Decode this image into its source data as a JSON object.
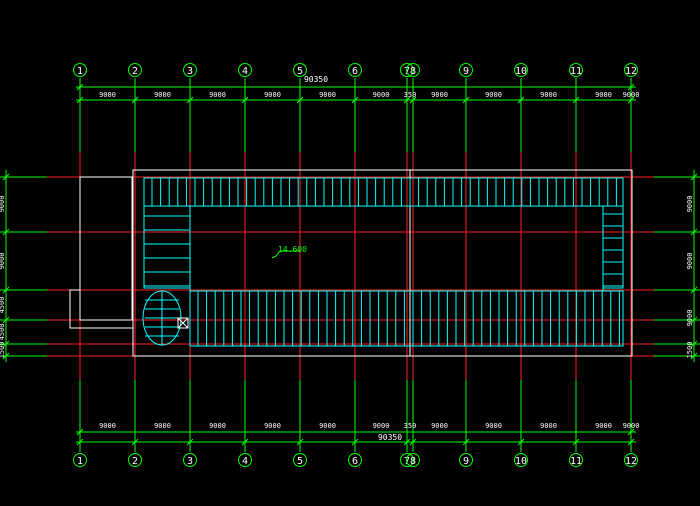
{
  "drawing": {
    "colors": {
      "background": "#000000",
      "axis_line": "#ff2020",
      "dim_line": "#00ff00",
      "dim_text": "#ffffff",
      "axis_bubble": "#00ff00",
      "axis_label": "#ffffff",
      "roof": "#00ffff",
      "outline": "#ffffff",
      "elevation": "#00ff00"
    },
    "top_axes": [
      "1",
      "2",
      "3",
      "4",
      "5",
      "6",
      "7",
      "8",
      "9",
      "10",
      "11",
      "12"
    ],
    "bottom_axes": [
      "1",
      "2",
      "3",
      "4",
      "5",
      "6",
      "7",
      "8",
      "9",
      "10",
      "11",
      "12"
    ],
    "top_total_dim": "90350",
    "top_spans": [
      "9000",
      "9000",
      "9000",
      "9000",
      "9000",
      "9000",
      "350",
      "9000",
      "9000",
      "9000",
      "9000",
      "9000"
    ],
    "bottom_total_dim": "90350",
    "bottom_spans": [
      "9000",
      "9000",
      "9000",
      "9000",
      "9000",
      "9000",
      "350",
      "9000",
      "9000",
      "9000",
      "9000",
      "9000"
    ],
    "left_dims": [
      "9000",
      "9000",
      "4500",
      "4500",
      "1500"
    ],
    "right_dims": [
      "9000",
      "9000",
      "9000",
      "1500"
    ],
    "elevation_mark": "14.600"
  }
}
